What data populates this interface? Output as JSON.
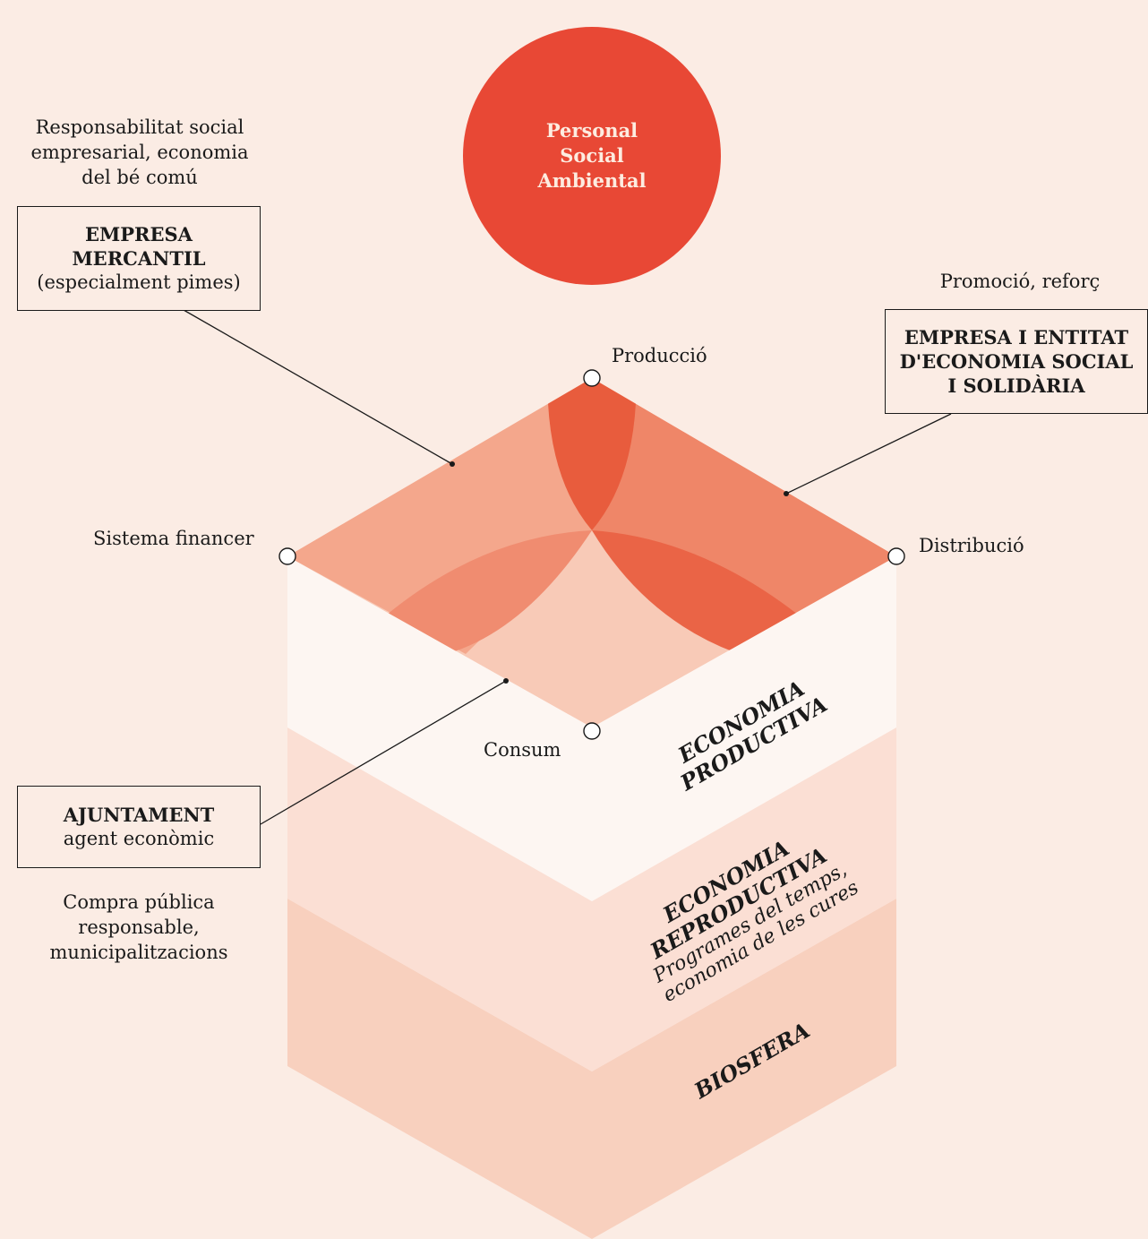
{
  "center_circle": {
    "lines": [
      "Personal",
      "Social",
      "Ambiental"
    ],
    "color": "#e84835"
  },
  "vertices": {
    "top": "Producció",
    "left": "Sistema financer",
    "right": "Distribució",
    "bottom": "Consum"
  },
  "boxes": {
    "empresa_mercantil": {
      "caption": "Responsabilitat social empresarial, economia del bé comú",
      "title_line1": "EMPRESA",
      "title_line2": "MERCANTIL",
      "subtitle": "(especialment pimes)"
    },
    "empresa_ess": {
      "caption": "Promoció, reforç",
      "title_line1": "EMPRESA I ENTITAT",
      "title_line2": "D'ECONOMIA SOCIAL",
      "title_line3": "I SOLIDÀRIA"
    },
    "ajuntament": {
      "title": "AJUNTAMENT",
      "subtitle": "agent econòmic",
      "caption": "Compra pública responsable, municipalitzacions"
    }
  },
  "layers": {
    "productiva": {
      "line1": "ECONOMIA",
      "line2": "PRODUCTIVA"
    },
    "reproductiva": {
      "line1": "ECONOMIA",
      "line2": "REPRODUCTIVA",
      "sub1": "Programes del temps,",
      "sub2": "economia de les cures"
    },
    "biosfera": {
      "line1": "BIOSFERA"
    }
  },
  "colors": {
    "background": "#fbece4",
    "top_face": "#f08a6c",
    "productiva_band": "#fdf6f2",
    "reproductiva_band": "#fbdfd4",
    "biosfera_band": "#f8d0be"
  }
}
